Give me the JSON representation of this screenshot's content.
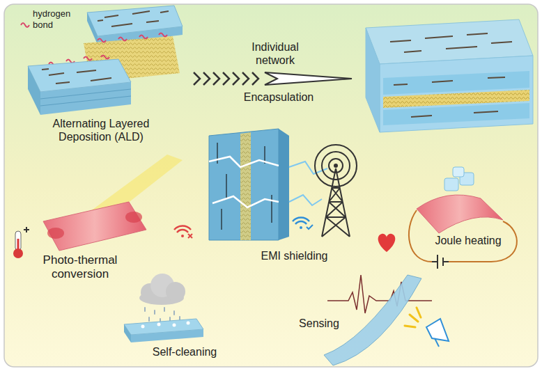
{
  "diagram": {
    "labels": [
      "hydrogen bond",
      "Alternating Layered Deposition (ALD)",
      "Individual network",
      "Encapsulation",
      "Photo-thermal conversion",
      "Self-cleaning",
      "EMI shielding",
      "Sensing",
      "Joule heating"
    ]
  }
}
